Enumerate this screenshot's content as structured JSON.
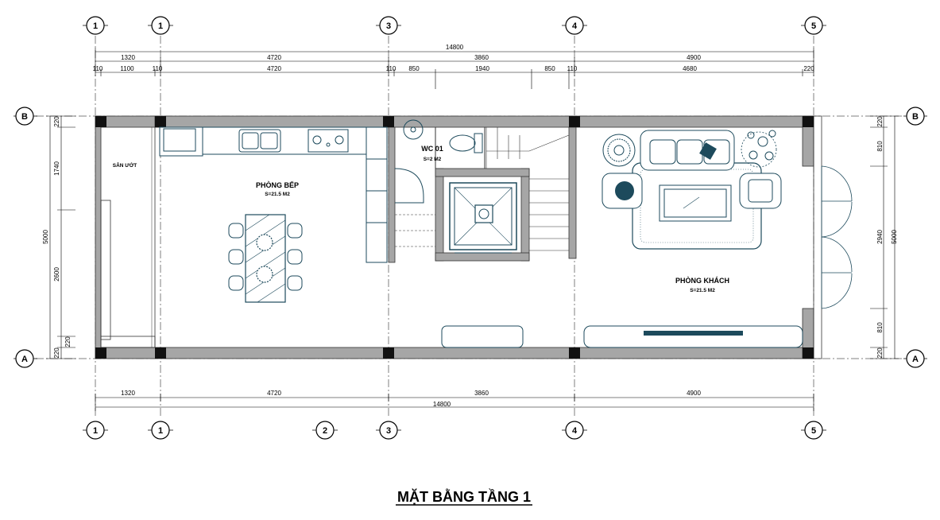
{
  "title": "MẶT BẰNG TẦNG 1",
  "grid": {
    "top": [
      "1",
      "1",
      "3",
      "4",
      "5"
    ],
    "bottom": [
      "1",
      "1",
      "2",
      "3",
      "4",
      "5"
    ],
    "rows": [
      "B",
      "A"
    ]
  },
  "dims": {
    "top_total": "14800",
    "top_bays": [
      "1320",
      "4720",
      "3860",
      "4900"
    ],
    "top_detail": [
      "110",
      "1100",
      "110",
      "4720",
      "110",
      "850",
      "1940",
      "850",
      "110",
      "4680",
      "220"
    ],
    "bottom_bays": [
      "1320",
      "4720",
      "3860",
      "4900"
    ],
    "bottom_total": "14800",
    "left_total": "5000",
    "left_detail": [
      "220",
      "1740",
      "2600",
      "220",
      "220"
    ],
    "right_total": "5000",
    "right_detail": [
      "220",
      "810",
      "2940",
      "810",
      "220"
    ]
  },
  "rooms": {
    "wet_yard": "SÂN ƯỚT",
    "kitchen": "PHÒNG BẾP",
    "kitchen_area": "S=21.5 M2",
    "wc": "WC 01",
    "wc_area": "S=2 M2",
    "living": "PHÒNG KHÁCH",
    "living_area": "S=21.5 M2"
  },
  "colors": {
    "wall": "#a6a6a6",
    "column": "#111111",
    "furniture": "#1d4a5c"
  }
}
